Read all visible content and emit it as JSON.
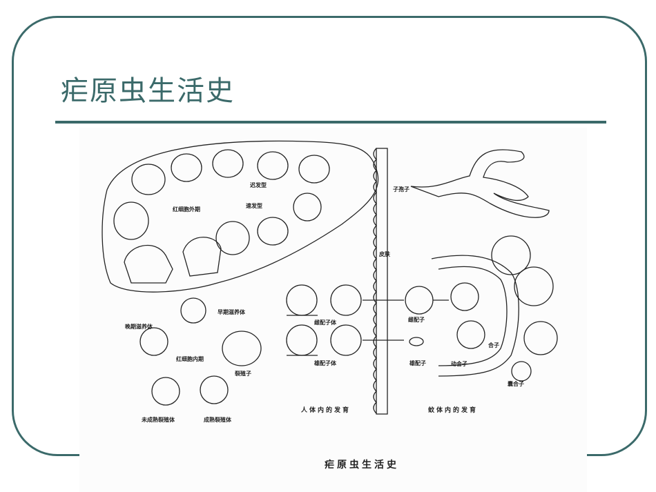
{
  "slide": {
    "title": "疟原虫生活史",
    "accent_color": "#3b6a6a"
  },
  "figure": {
    "caption": "疟原虫生活史",
    "sections": {
      "human": "人体内的发育",
      "mosquito": "蚊体内的发育"
    },
    "labels": {
      "bradyzoite": "迟发型",
      "tachyzoite": "速发型",
      "exoerythrocytic": "红细胞外期",
      "sporozoite": "子孢子",
      "skin": "皮肤",
      "early_trophozoite": "早期滋养体",
      "late_trophozoite": "晚期滋养体",
      "erythrocytic": "红细胞内期",
      "merozoite": "裂殖子",
      "immature_schizont": "未成熟裂殖体",
      "mature_schizont": "成熟裂殖体",
      "female_gametocyte": "雌配子体",
      "male_gametocyte": "雄配子体",
      "female_gamete": "雌配子",
      "male_gamete": "雄配子",
      "zygote": "合子",
      "ookinete": "动合子",
      "oocyst": "囊合子"
    }
  }
}
